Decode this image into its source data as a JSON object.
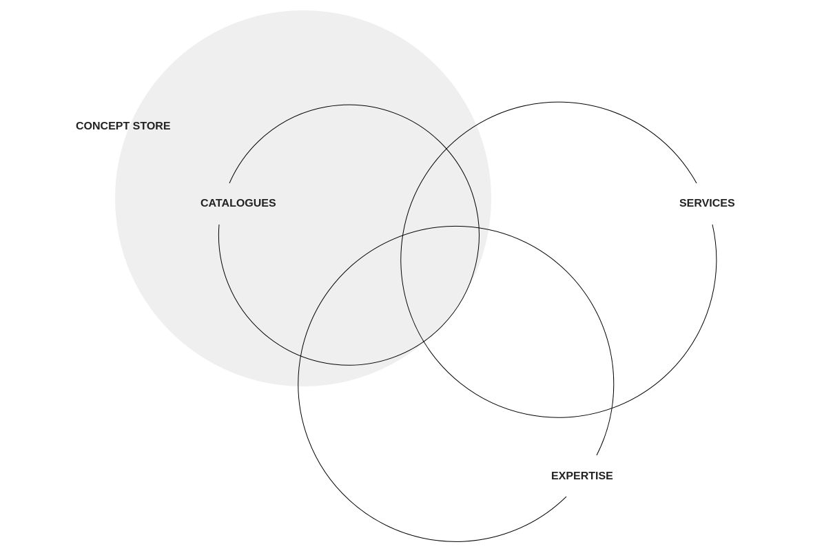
{
  "colors": {
    "background": "#ffffff",
    "highlight_fill": "#efefef",
    "outline_stroke": "#000000",
    "label_text": "#222222"
  },
  "diagram": {
    "type": "venn",
    "circles": [
      {
        "id": "concept-store",
        "label": "CONCEPT STORE",
        "style": "filled"
      },
      {
        "id": "catalogues",
        "label": "CATALOGUES",
        "style": "outline"
      },
      {
        "id": "services",
        "label": "SERVICES",
        "style": "outline"
      },
      {
        "id": "expertise",
        "label": "EXPERTISE",
        "style": "outline"
      }
    ]
  }
}
